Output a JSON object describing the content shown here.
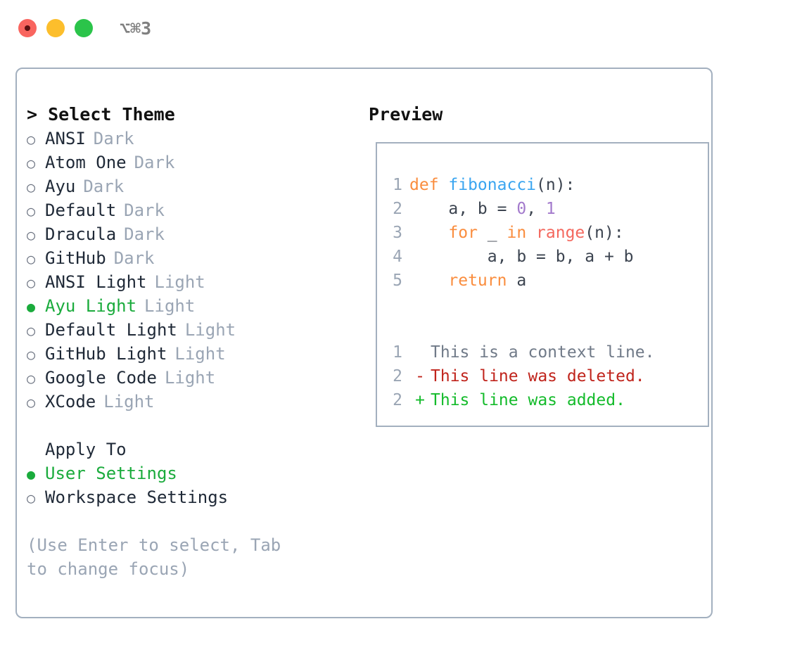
{
  "titlebar": {
    "shortcut": "⌥⌘3",
    "dots": [
      "close",
      "minimize",
      "maximize"
    ]
  },
  "theme_list": {
    "header_prompt": ">",
    "header": "Select Theme",
    "marker_unselected": "○",
    "marker_selected": "●",
    "items": [
      {
        "label": "ANSI",
        "kind": "Dark",
        "selected": false
      },
      {
        "label": "Atom One",
        "kind": "Dark",
        "selected": false
      },
      {
        "label": "Ayu",
        "kind": "Dark",
        "selected": false
      },
      {
        "label": "Default",
        "kind": "Dark",
        "selected": false
      },
      {
        "label": "Dracula",
        "kind": "Dark",
        "selected": false
      },
      {
        "label": "GitHub",
        "kind": "Dark",
        "selected": false
      },
      {
        "label": "ANSI Light",
        "kind": "Light",
        "selected": false
      },
      {
        "label": "Ayu Light",
        "kind": "Light",
        "selected": true
      },
      {
        "label": "Default Light",
        "kind": "Light",
        "selected": false
      },
      {
        "label": "GitHub Light",
        "kind": "Light",
        "selected": false
      },
      {
        "label": "Google Code",
        "kind": "Light",
        "selected": false
      },
      {
        "label": "XCode",
        "kind": "Light",
        "selected": false
      }
    ]
  },
  "apply_to": {
    "header": "Apply To",
    "items": [
      {
        "label": "User Settings",
        "selected": true
      },
      {
        "label": "Workspace Settings",
        "selected": false
      }
    ]
  },
  "hint": "(Use Enter to select, Tab to change focus)",
  "preview": {
    "title": "Preview",
    "code_lines": [
      {
        "no": "1",
        "tokens": [
          {
            "t": "def ",
            "c": "kw"
          },
          {
            "t": "fibonacci",
            "c": "fn"
          },
          {
            "t": "(n):",
            "c": "plain"
          }
        ]
      },
      {
        "no": "2",
        "tokens": [
          {
            "t": "    a, b = ",
            "c": "plain"
          },
          {
            "t": "0",
            "c": "num"
          },
          {
            "t": ", ",
            "c": "plain"
          },
          {
            "t": "1",
            "c": "num"
          }
        ]
      },
      {
        "no": "3",
        "tokens": [
          {
            "t": "    ",
            "c": "plain"
          },
          {
            "t": "for",
            "c": "kw"
          },
          {
            "t": " _ ",
            "c": "plain"
          },
          {
            "t": "in",
            "c": "kw"
          },
          {
            "t": " ",
            "c": "plain"
          },
          {
            "t": "range",
            "c": "builtin"
          },
          {
            "t": "(n):",
            "c": "plain"
          }
        ]
      },
      {
        "no": "4",
        "tokens": [
          {
            "t": "        a, b = b, a + b",
            "c": "plain"
          }
        ]
      },
      {
        "no": "5",
        "tokens": [
          {
            "t": "    ",
            "c": "plain"
          },
          {
            "t": "return",
            "c": "kw"
          },
          {
            "t": " a",
            "c": "plain"
          }
        ]
      }
    ],
    "diff_lines": [
      {
        "no": "1",
        "sign": " ",
        "text": "This is a context line.",
        "kind": "ctx"
      },
      {
        "no": "2",
        "sign": "-",
        "text": "This line was deleted.",
        "kind": "del"
      },
      {
        "no": "2",
        "sign": "+",
        "text": "This line was added.",
        "kind": "add"
      }
    ]
  },
  "colors": {
    "accent_green": "#1aab3c",
    "muted": "#9aa5b4",
    "border": "#a3b0bf",
    "keyword": "#fa8d3e",
    "function": "#3aa5f0",
    "number": "#a37acc",
    "builtin": "#f4685e",
    "diff_delete": "#c0241c",
    "diff_add": "#14bb2b",
    "dot_close": "#f9655f",
    "dot_minimize": "#fcbe2c",
    "dot_maximize": "#2bc44a"
  }
}
